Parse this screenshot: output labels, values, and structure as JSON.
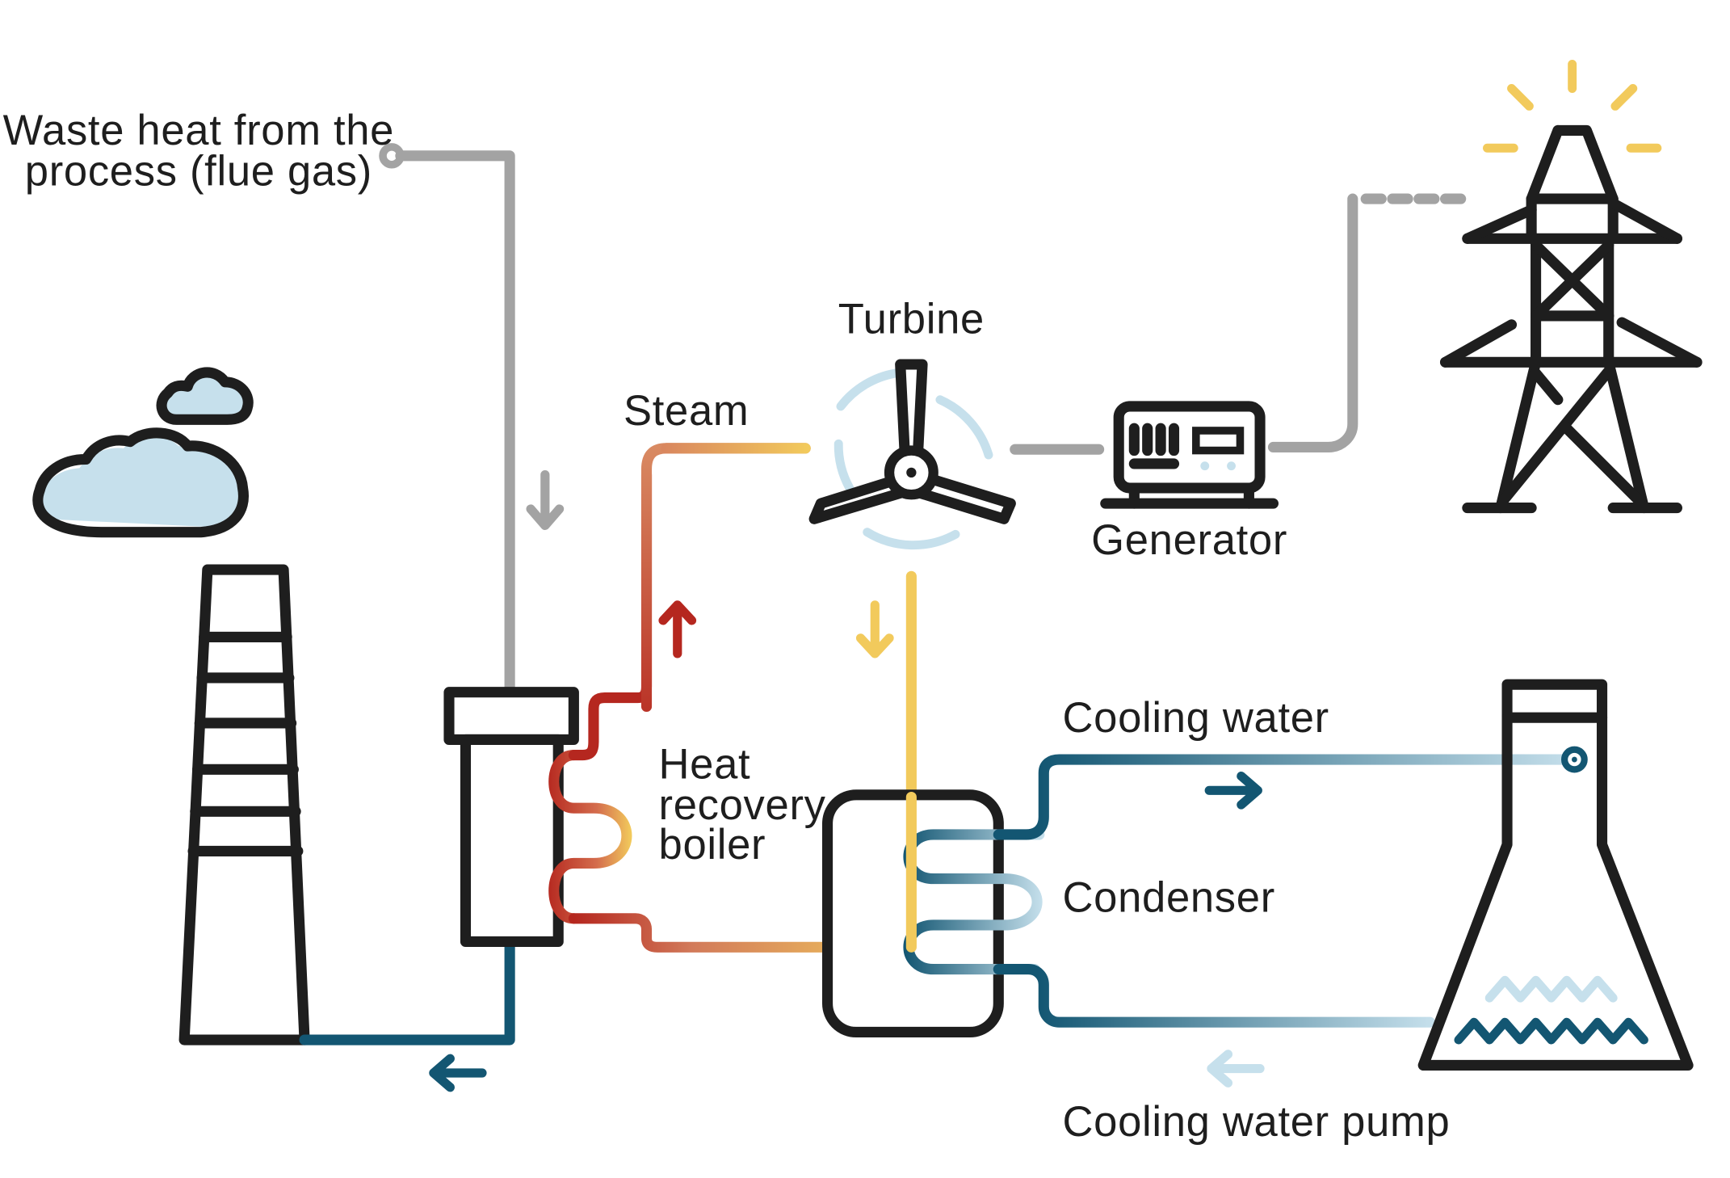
{
  "labels": {
    "waste_heat_line1": "Waste heat from the",
    "waste_heat_line2": "process (flue gas)",
    "turbine": "Turbine",
    "steam": "Steam",
    "generator": "Generator",
    "heat_recovery_line1": "Heat",
    "heat_recovery_line2": "recovery",
    "heat_recovery_line3": "boiler",
    "cooling_water": "Cooling water",
    "condenser": "Condenser",
    "cooling_water_pump": "Cooling water pump"
  },
  "colors": {
    "outline": "#1e1e1e",
    "flue_gas_pipe": "#a3a3a3",
    "cold_water": "#135672",
    "light_blue": "#c6e0ec",
    "steam_hot": "#b5271f",
    "steam_warm": "#f2ca5c",
    "spark": "#f2ca5c"
  },
  "icons": [
    "cloud-icon",
    "chimney-icon",
    "boiler-icon",
    "turbine-icon",
    "generator-icon",
    "pylon-icon",
    "condenser-icon",
    "cooling-tower-icon"
  ]
}
